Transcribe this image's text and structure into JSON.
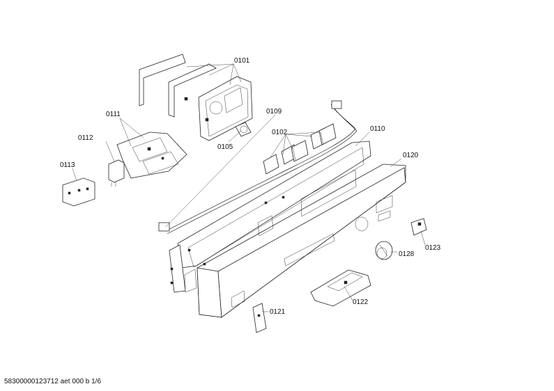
{
  "diagram": {
    "part_labels": {
      "p0101": "0101",
      "p0105": "0105",
      "p0109": "0109",
      "p0102": "0102",
      "p0110": "0110",
      "p0111": "0111",
      "p0112": "0112",
      "p0113": "0113",
      "p0120": "0120",
      "p0121": "0121",
      "p0122": "0122",
      "p0123": "0123",
      "p0128": "0128"
    }
  },
  "footer": {
    "document_id": "58300000123712 aet 000 b 1/6"
  }
}
